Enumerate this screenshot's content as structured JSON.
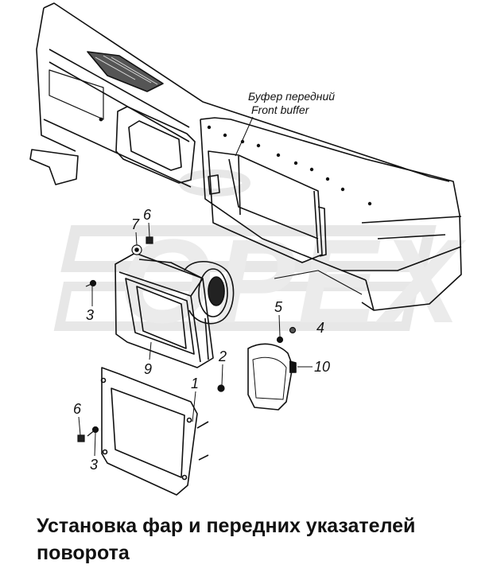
{
  "diagram": {
    "buffer_label_ru": "Буфер передний",
    "buffer_label_en": "Front buffer",
    "watermark": "OPEX",
    "callouts": [
      "1",
      "2",
      "3",
      "3",
      "4",
      "5",
      "6",
      "6",
      "7",
      "9",
      "10"
    ]
  },
  "caption": {
    "line1": "Установка фар и передних указателей",
    "line2": "поворота"
  }
}
